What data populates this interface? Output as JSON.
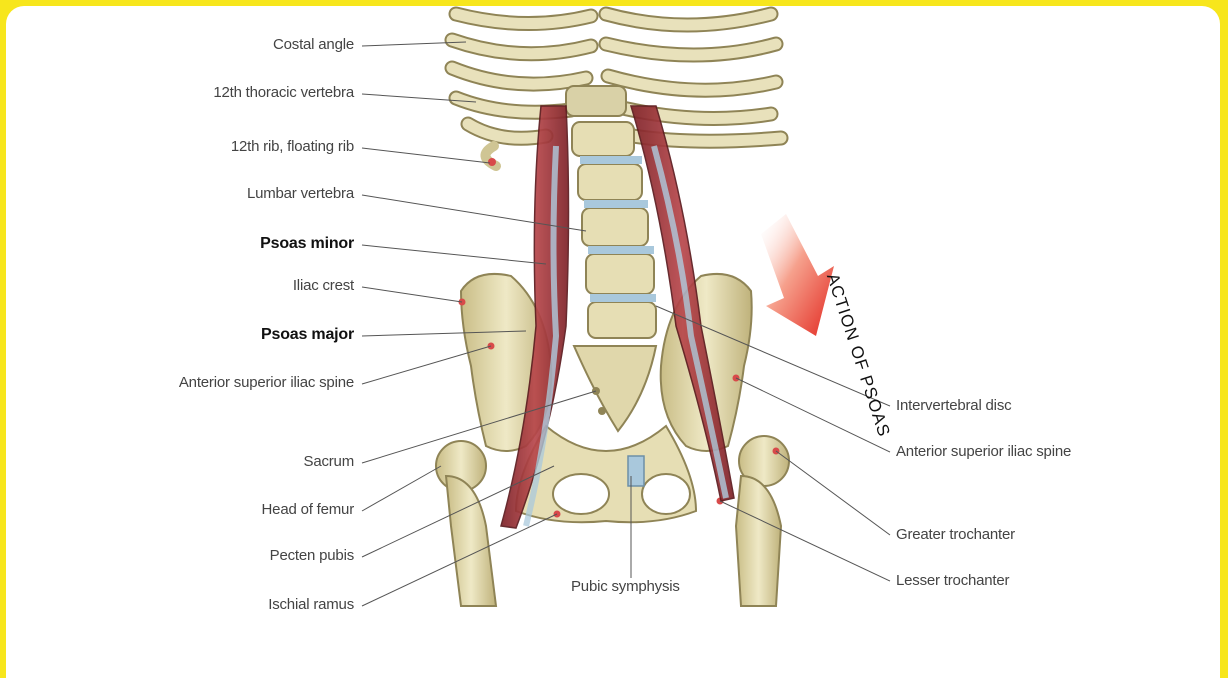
{
  "labels_left": [
    {
      "id": "costal-angle",
      "text": "Costal angle",
      "bold": false
    },
    {
      "id": "12th-thoracic-vertebra",
      "text": "12th thoracic vertebra",
      "bold": false
    },
    {
      "id": "12th-rib",
      "text": "12th rib, floating rib",
      "bold": false
    },
    {
      "id": "lumbar-vertebra",
      "text": "Lumbar vertebra",
      "bold": false
    },
    {
      "id": "psoas-minor",
      "text": "Psoas minor",
      "bold": true
    },
    {
      "id": "iliac-crest",
      "text": "Iliac crest",
      "bold": false
    },
    {
      "id": "psoas-major",
      "text": "Psoas major",
      "bold": true
    },
    {
      "id": "asis-left",
      "text": "Anterior superior iliac spine",
      "bold": false
    },
    {
      "id": "sacrum",
      "text": "Sacrum",
      "bold": false
    },
    {
      "id": "head-of-femur",
      "text": "Head of femur",
      "bold": false
    },
    {
      "id": "pecten-pubis",
      "text": "Pecten pubis",
      "bold": false
    },
    {
      "id": "ischial-ramus",
      "text": "Ischial ramus",
      "bold": false
    }
  ],
  "labels_right": [
    {
      "id": "intervertebral-disc",
      "text": "Intervertebral disc"
    },
    {
      "id": "asis-right",
      "text": "Anterior superior iliac spine"
    },
    {
      "id": "greater-trochanter",
      "text": "Greater trochanter"
    },
    {
      "id": "lesser-trochanter",
      "text": "Lesser trochanter"
    }
  ],
  "label_bottom": {
    "id": "pubic-symphysis",
    "text": "Pubic symphysis"
  },
  "action_text": "ACTION OF PSOAS",
  "colors": {
    "frame": "#f7e61c",
    "bone": "#ece5bd",
    "bone_shade": "#b9ad79",
    "muscle": "#a5343a",
    "tendon": "#a9c8dc",
    "arrow": "#e8342c",
    "leader": "#555555"
  }
}
